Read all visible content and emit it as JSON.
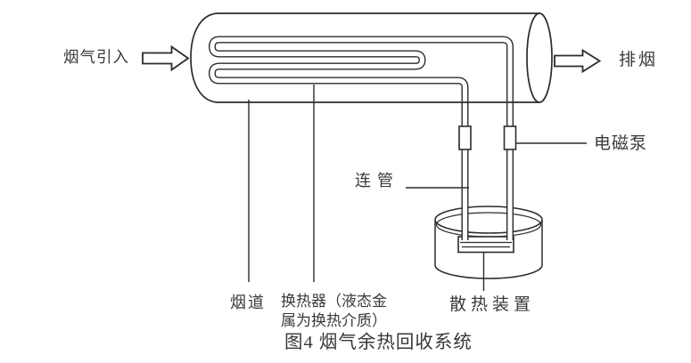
{
  "figure": {
    "caption": "图4 烟气余热回收系统",
    "labels": {
      "inlet": "烟气引入",
      "outlet": "排烟",
      "pump": "电磁泵",
      "connecting_pipe": "连管",
      "flue_duct": "烟道",
      "heat_exchanger": "换热器（液态金\n属为换热介质）",
      "heat_sink": "散热装置"
    },
    "icons": {
      "inlet_arrow": "right-arrow-hollow",
      "outlet_arrow": "right-arrow-hollow"
    },
    "colors": {
      "line": "#2b2b2b",
      "text": "#3a3a3a",
      "background": "#ffffff"
    }
  }
}
